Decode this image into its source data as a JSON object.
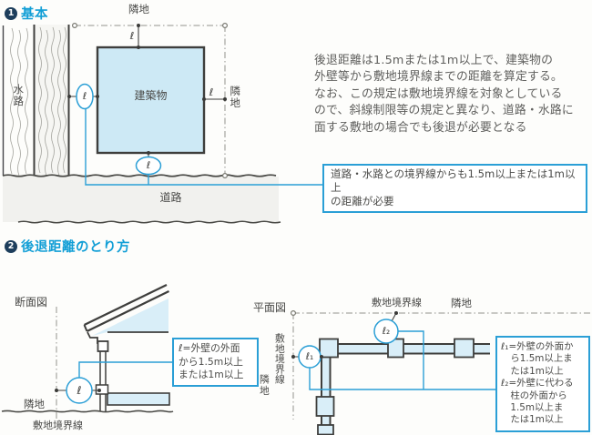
{
  "colors": {
    "accent_blue": "#2b9fd6",
    "heading_cyan": "#139fd6",
    "badge_navy": "#1d3e5c",
    "building_fill": "#cde9f5",
    "road_fill": "#f1f1ee"
  },
  "section1": {
    "badge_number": "1",
    "title": "基本",
    "paragraph": "後退距離は1.5mまたは1m以上で、建築物の\n外壁等から敷地境界線までの距離を算定する。\nなお、この規定は敷地境界線を対象としている\nので、斜線制限等の規定と異なり、道路・水路に\n面する敷地の場合でも後退が必要となる",
    "callout": "道路・水路との境界線からも1.5m以上または1m以上\nの距離が必要",
    "labels": {
      "adjacent_top": "隣地",
      "adjacent_right": "隣地",
      "waterway": "水路",
      "building": "建築物",
      "road": "道路",
      "ell_top": "ℓ",
      "ell_left": "ℓ",
      "ell_right": "ℓ",
      "ell_bottom": "ℓ"
    }
  },
  "section2": {
    "badge_number": "2",
    "title": "後退距離のとり方",
    "section_view": {
      "label": "断面図",
      "adjacent": "隣地",
      "boundary": "敷地境界線",
      "ell": "ℓ",
      "callout": "ℓ=外壁の外面\nから1.5m以上\nまたは1m以上"
    },
    "plan_view": {
      "label": "平面図",
      "boundary_top": "敷地境界線",
      "adjacent_top": "隣地",
      "boundary_left": "敷地境界線",
      "adjacent_left": "隣地",
      "l1": "ℓ₁",
      "l2": "ℓ₂",
      "callout": "ℓ₁=外壁の外面か\n　ら1.5m以上ま\n　たは1m以上\nℓ₂=外壁に代わる\n　柱の外面から\n　1.5m以上ま\n　たは1m以上"
    }
  }
}
